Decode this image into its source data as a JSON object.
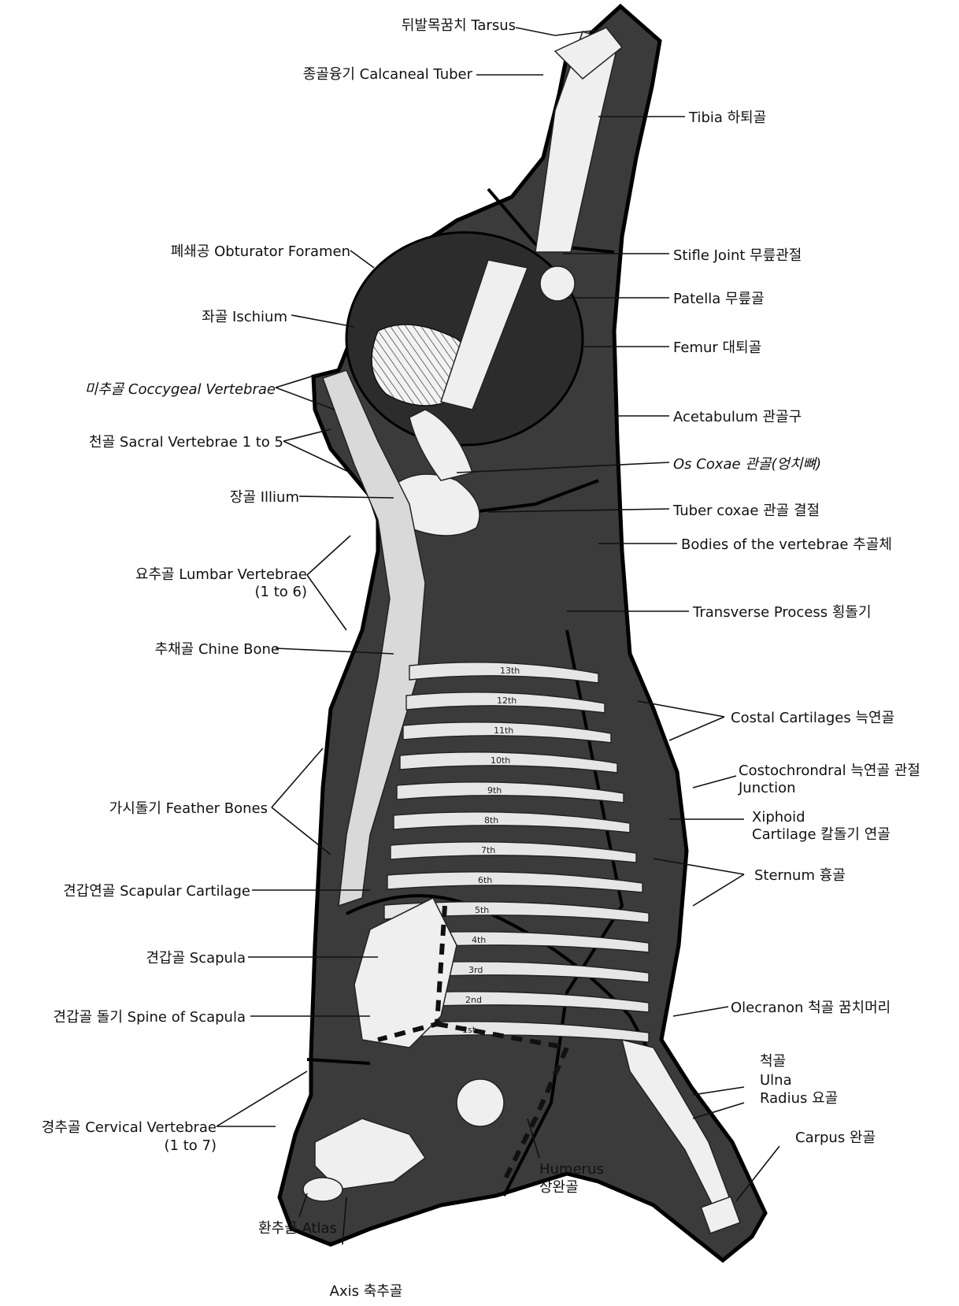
{
  "labels": {
    "tarsus": "뒤발목꿈치 Tarsus",
    "calcaneal": "종골융기 Calcaneal Tuber",
    "tibia": "Tibia 하퇴골",
    "obturator": "폐쇄공 Obturator Foramen",
    "stifle": "Stifle Joint 무릎관절",
    "patella": "Patella 무릎골",
    "ischium": "좌골 Ischium",
    "femur": "Femur 대퇴골",
    "coccygeal": "미추골 Coccygeal Vertebrae",
    "acetabulum": "Acetabulum 관골구",
    "sacral": "천골 Sacral Vertebrae 1 to 5",
    "os_coxae": "Os Coxae 관골(엉치뼈)",
    "ilium": "장골 Illium",
    "tuber_coxae": "Tuber coxae 관골 결절",
    "bodies": "Bodies of the vertebrae 추골체",
    "lumbar_1": "요추골 Lumbar Vertebrae",
    "lumbar_2": "(1 to 6)",
    "transverse": "Transverse Process 횡돌기",
    "chine": "추채골 Chine Bone",
    "costal": "Costal Cartilages 늑연골",
    "costochondral_1": "Costochrondral 늑연골 관절",
    "costochondral_2": "Junction",
    "feather": "가시돌기 Feather Bones",
    "xiphoid_1": "Xiphoid",
    "xiphoid_2": "Cartilage 칼돌기 연골",
    "sternum": "Sternum 흉골",
    "scapular_cart": "견갑연골 Scapular Cartilage",
    "scapula": "견갑골 Scapula",
    "spine_scapula": "견갑골 돌기 Spine of Scapula",
    "olecranon": "Olecranon 척골 꿈치머리",
    "ulna_1": "척골",
    "ulna_2": "Ulna",
    "radius": "Radius 요골",
    "carpus": "Carpus 완골",
    "cervical_1": "경추골 Cervical Vertebrae",
    "cervical_2": "(1 to 7)",
    "humerus_1": "Humerus",
    "humerus_2": "상완골",
    "atlas": "환추골 Atlas",
    "axis": "Axis 축추골"
  },
  "ribs": [
    "13th",
    "12th",
    "11th",
    "10th",
    "9th",
    "8th",
    "7th",
    "6th",
    "5th",
    "4th",
    "3rd",
    "2nd",
    "1st"
  ]
}
